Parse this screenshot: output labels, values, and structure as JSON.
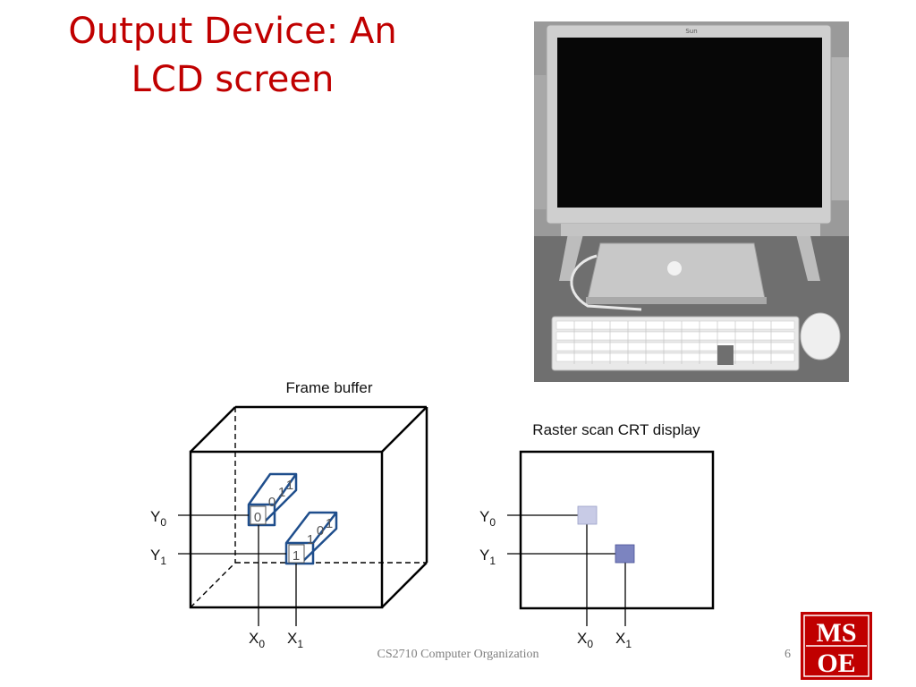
{
  "slide": {
    "title_line1": "Output Device: An",
    "title_line2": "LCD screen",
    "footer": "CS2710 Computer Organization",
    "slide_number": "6"
  },
  "photo": {
    "monitor_brand": "Sun"
  },
  "frame_buffer": {
    "label": "Frame buffer",
    "row0_bits": [
      "0",
      "0",
      "1",
      "1"
    ],
    "row1_bits": [
      "1",
      "1",
      "0",
      "1"
    ],
    "y0": "Y",
    "y0_sub": "0",
    "y1": "Y",
    "y1_sub": "1",
    "x0": "X",
    "x0_sub": "0",
    "x1": "X",
    "x1_sub": "1"
  },
  "display": {
    "label": "Raster scan CRT display",
    "y0": "Y",
    "y0_sub": "0",
    "y1": "Y",
    "y1_sub": "1",
    "x0": "X",
    "x0_sub": "0",
    "x1": "X",
    "x1_sub": "1",
    "pixel0_color": "#c8cbe6",
    "pixel1_color": "#7c84c0"
  },
  "logo": {
    "line1": "MS",
    "line2": "OE",
    "color": "#c00000"
  },
  "colors": {
    "title": "#c00000",
    "frame_outline": "#1f4e8c",
    "footer": "#7f7f7f"
  }
}
